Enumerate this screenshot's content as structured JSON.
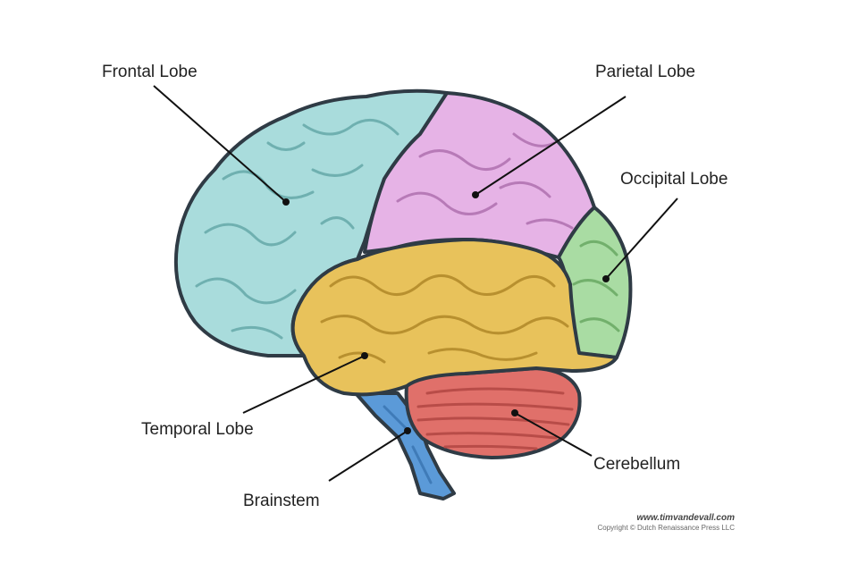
{
  "diagram": {
    "labels": {
      "frontal": "Frontal Lobe",
      "parietal": "Parietal Lobe",
      "occipital": "Occipital Lobe",
      "temporal": "Temporal Lobe",
      "cerebellum": "Cerebellum",
      "brainstem": "Brainstem"
    },
    "colors": {
      "frontal": "#a9dcdc",
      "parietal": "#e6b3e6",
      "occipital": "#a9dca3",
      "temporal": "#e8c25b",
      "cerebellum": "#e0706a",
      "brainstem": "#5b9ad8"
    },
    "credit": {
      "url": "www.timvandevall.com",
      "copyright": "Copyright © Dutch Renaissance Press LLC"
    }
  }
}
